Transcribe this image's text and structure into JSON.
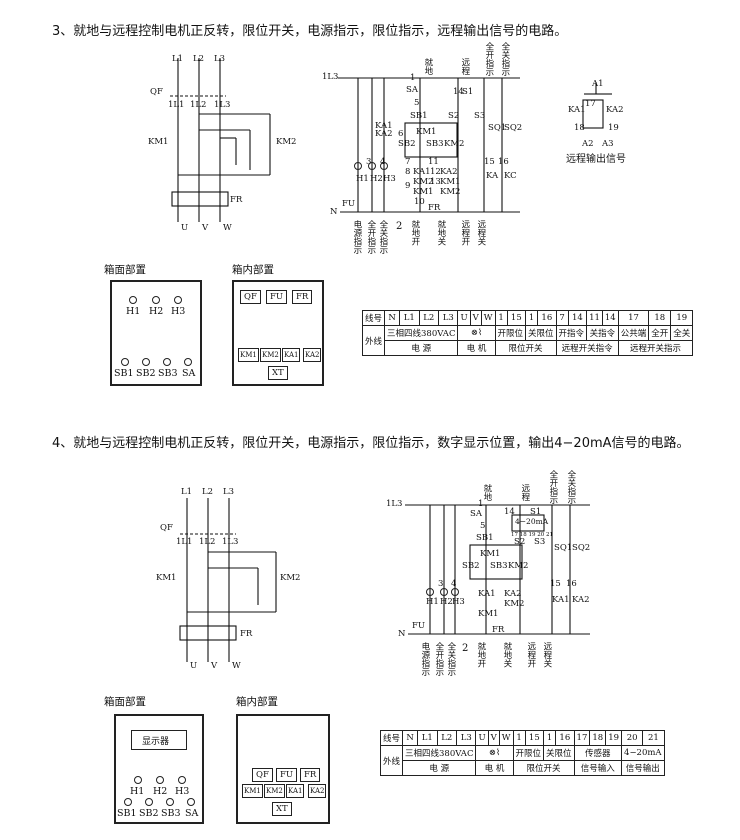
{
  "section3": {
    "title": "3、就地与远程控制电机正反转，限位开关，电源指示，限位指示，远程输出信号的电路。",
    "power": {
      "phases": [
        "L1",
        "L2",
        "L3"
      ],
      "breaker": "QF",
      "after_breaker": [
        "1L1",
        "1L2",
        "1L3"
      ],
      "contactors": [
        "KM1",
        "KM2"
      ],
      "relay": "FR",
      "outputs": [
        "U",
        "V",
        "W"
      ]
    },
    "control": {
      "supply": "1L3",
      "neutral": "N",
      "fuse": "FU",
      "top_labels": [
        "就地",
        "远程",
        "全开指示",
        "全关指示"
      ],
      "elements": [
        "SA",
        "S1",
        "S2",
        "S3",
        "SB1",
        "SB2",
        "SB3",
        "KM1",
        "KM2",
        "KA1",
        "KA2",
        "KA1",
        "KA2",
        "KM1",
        "KM2",
        "KM1",
        "KM2",
        "FR",
        "H1",
        "H2",
        "H3",
        "SQ1",
        "SQ2",
        "KA",
        "KC"
      ],
      "nodes": [
        "1",
        "3",
        "4",
        "5",
        "6",
        "7",
        "8",
        "9",
        "10",
        "11",
        "12",
        "13",
        "14",
        "15",
        "16"
      ],
      "bottom_labels": [
        "电源指示",
        "全开指示",
        "全关指示",
        "就地开",
        "就地关",
        "远程开",
        "远程关"
      ],
      "num2": "2"
    },
    "remote": {
      "nodes": [
        "A1",
        "17",
        "18",
        "19",
        "A2",
        "A3"
      ],
      "relays": [
        "KA1",
        "KA2"
      ],
      "caption": "远程输出信号"
    },
    "face": {
      "caption": "箱面部置",
      "lamps": [
        "H1",
        "H2",
        "H3"
      ],
      "buttons": [
        "SB1",
        "SB2",
        "SB3",
        "SA"
      ]
    },
    "inside": {
      "caption": "箱内部置",
      "top": [
        "QF",
        "FU",
        "FR"
      ],
      "mid": [
        "KM1",
        "KM2",
        "KA1",
        "KA2"
      ],
      "terminal": "XT"
    },
    "table": {
      "row1_head": "线号",
      "row1": [
        "N",
        "L1",
        "L2",
        "L3",
        "U",
        "V",
        "W",
        "1",
        "15",
        "1",
        "16",
        "7",
        "14",
        "11",
        "14",
        "17",
        "18",
        "19"
      ],
      "row_group_head": "外线",
      "row2": [
        "三相四线380VAC",
        "电机符号",
        "开限位",
        "关限位",
        "开指令",
        "关指令",
        "公共端",
        "全开",
        "全关"
      ],
      "row3": [
        "电  源",
        "电  机",
        "限位开关",
        "远程开关指令",
        "远程开关指示"
      ]
    }
  },
  "section4": {
    "title": "4、就地与远程控制电机正反转，限位开关，电源指示，限位指示，数字显示位置，输出4−20mA信号的电路。",
    "power": {
      "phases": [
        "L1",
        "L2",
        "L3"
      ],
      "breaker": "QF",
      "after_breaker": [
        "1L1",
        "1L2",
        "1L3"
      ],
      "contactors": [
        "KM1",
        "KM2"
      ],
      "relay": "FR",
      "outputs": [
        "U",
        "V",
        "W"
      ]
    },
    "control": {
      "supply": "1L3",
      "neutral": "N",
      "fuse": "FU",
      "top_labels": [
        "就地",
        "远程",
        "全开指示",
        "全关指示"
      ],
      "transmitter": "4−20mA",
      "tx_terminals": "17 18 19 20 21",
      "elements": [
        "SA",
        "S1",
        "S2",
        "S3",
        "SB1",
        "SB2",
        "SB3",
        "KM1",
        "KM2",
        "KA1",
        "KA2",
        "KM1",
        "KM2",
        "FR",
        "H1",
        "H2",
        "H3",
        "SQ1",
        "SQ2",
        "KA1",
        "KA2"
      ],
      "nodes": [
        "1",
        "3",
        "4",
        "5",
        "14",
        "15",
        "16"
      ],
      "bottom_labels": [
        "电源指示",
        "全开指示",
        "全关指示",
        "就地开",
        "就地关",
        "远程开",
        "远程关"
      ],
      "num2": "2"
    },
    "face": {
      "caption": "箱面部置",
      "display": "显示器",
      "lamps": [
        "H1",
        "H2",
        "H3"
      ],
      "buttons": [
        "SB1",
        "SB2",
        "SB3",
        "SA"
      ]
    },
    "inside": {
      "caption": "箱内部置",
      "top": [
        "QF",
        "FU",
        "FR"
      ],
      "mid": [
        "KM1",
        "KM2",
        "KA1",
        "KA2"
      ],
      "terminal": "XT"
    },
    "table": {
      "row1_head": "线号",
      "row1": [
        "N",
        "L1",
        "L2",
        "L3",
        "U",
        "V",
        "W",
        "1",
        "15",
        "1",
        "16",
        "17",
        "18",
        "19",
        "20",
        "21"
      ],
      "row_group_head": "外线",
      "row2": [
        "三相四线380VAC",
        "电机符号",
        "开限位",
        "关限位",
        "传感器",
        "4−20mA"
      ],
      "row3": [
        "电  源",
        "电  机",
        "限位开关",
        "信号输入",
        "信号输出"
      ]
    }
  }
}
